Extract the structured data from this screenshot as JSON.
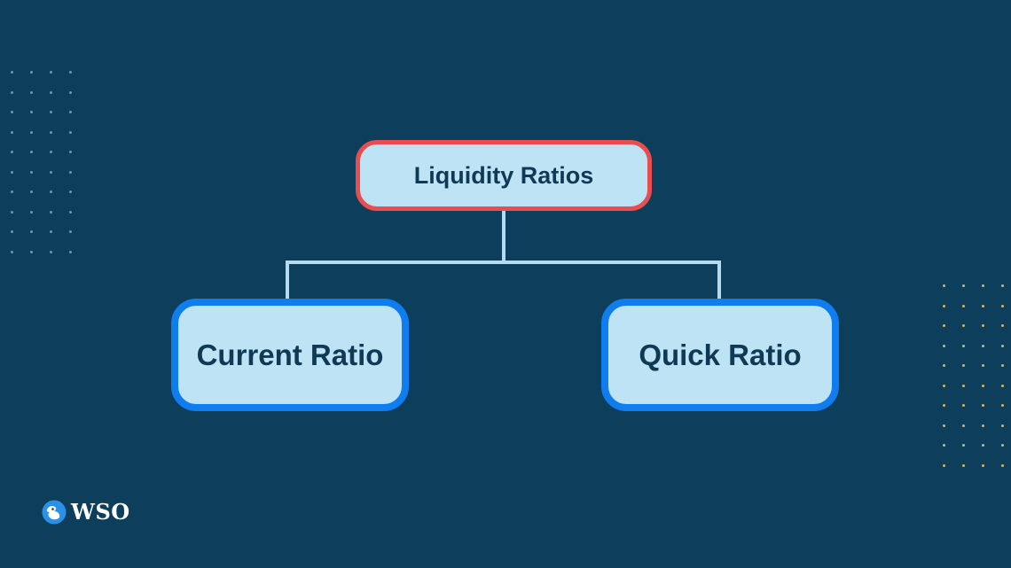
{
  "diagram": {
    "root": {
      "label": "Liquidity Ratios"
    },
    "children": [
      {
        "label": "Current Ratio"
      },
      {
        "label": "Quick Ratio"
      }
    ]
  },
  "brand": {
    "name": "WSO",
    "icon": "wso-logo-icon"
  },
  "colors": {
    "background": "#0d3e5b",
    "node_fill": "#bde3f5",
    "root_border": "#e94d4f",
    "child_border": "#0f7cf0",
    "connector": "#b6dbf0",
    "node_text": "#0f3a55",
    "dots_left": "#8fb6cd",
    "dots_right": "#e9b244"
  }
}
